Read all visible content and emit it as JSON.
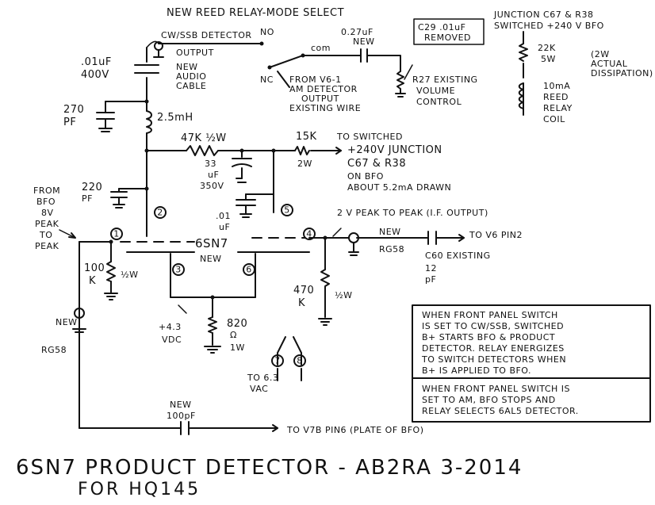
{
  "header": {
    "title": "NEW REED RELAY-MODE SELECT",
    "junction_note": [
      "JUNCTION C67 & R38",
      "SWITCHED +240 V BFO"
    ],
    "c29_note": [
      "C29 .01uF",
      "REMOVED"
    ]
  },
  "relay_coil": {
    "resistor": [
      "22K",
      "5W"
    ],
    "dissipation": [
      "(2W",
      "ACTUAL",
      "DISSIPATION)"
    ],
    "coil": [
      "10mA",
      "REED",
      "RELAY",
      "COIL"
    ]
  },
  "detector_output": {
    "switch_label": "CW/SSB DETECTOR",
    "no_label": "NO",
    "nc_label": "NC",
    "output": "OUTPUT",
    "cable": [
      "NEW",
      "AUDIO",
      "CABLE"
    ],
    "com_label": "com",
    "cap": [
      "0.27uF",
      "NEW"
    ],
    "from_v6": [
      "FROM V6-1",
      "AM DETECTOR",
      "OUTPUT",
      "EXISTING WIRE"
    ],
    "volume": [
      "R27 EXISTING",
      "VOLUME",
      "CONTROL"
    ]
  },
  "components": {
    "c_01_400v": [
      ".01uF",
      "400V"
    ],
    "c_270": [
      "270",
      "PF"
    ],
    "choke": "2.5mH",
    "r47k": "47K ½W",
    "r15k": [
      "15K",
      "2W"
    ],
    "to_switched": [
      "TO SWITCHED",
      "+240V JUNCTION",
      "C67 & R38",
      "ON BFO",
      "ABOUT 5.2mA DRAWN"
    ],
    "c33": [
      "33",
      "uF",
      "350V"
    ],
    "c220": [
      "220",
      "PF"
    ],
    "c01b": [
      ".01",
      "uF"
    ],
    "from_bfo": [
      "FROM",
      "BFO",
      "8V",
      "PEAK",
      "TO",
      "PEAK"
    ],
    "r100k": [
      "100",
      "K"
    ],
    "r100k_w": "½W",
    "tube": [
      "6SN7",
      "NEW"
    ],
    "if_output": "2 V PEAK TO PEAK (I.F. OUTPUT)",
    "rg58_top": [
      "NEW",
      "RG58"
    ],
    "to_v6": "TO V6 PIN2",
    "c60": [
      "C60 EXISTING",
      "12",
      "pF"
    ],
    "r470k": [
      "470",
      "K"
    ],
    "r470k_w": "½W",
    "cathode_v": [
      "+4.3",
      "VDC"
    ],
    "r820": [
      "820",
      "Ω",
      "1W"
    ],
    "heater": [
      "TO 6.3",
      "VAC"
    ],
    "rg58_left": [
      "NEW",
      "RG58"
    ],
    "c100": [
      "NEW",
      "100pF"
    ],
    "to_v7b": "TO V7B PIN6 (PLATE OF BFO)"
  },
  "pins": [
    "1",
    "2",
    "3",
    "4",
    "5",
    "6",
    "7",
    "8"
  ],
  "notes": {
    "note1": [
      "WHEN FRONT PANEL SWITCH",
      "IS SET TO CW/SSB, SWITCHED",
      "B+ STARTS BFO & PRODUCT",
      "DETECTOR. RELAY ENERGIZES",
      "TO SWITCH DETECTORS WHEN",
      "B+ IS APPLIED TO BFO."
    ],
    "note2": [
      "WHEN FRONT PANEL SWITCH IS",
      "SET TO AM, BFO STOPS AND",
      "RELAY SELECTS 6AL5 DETECTOR."
    ]
  },
  "footer": {
    "title": "6SN7 PRODUCT DETECTOR  -  AB2RA 3-2014",
    "subtitle": "FOR HQ145"
  }
}
